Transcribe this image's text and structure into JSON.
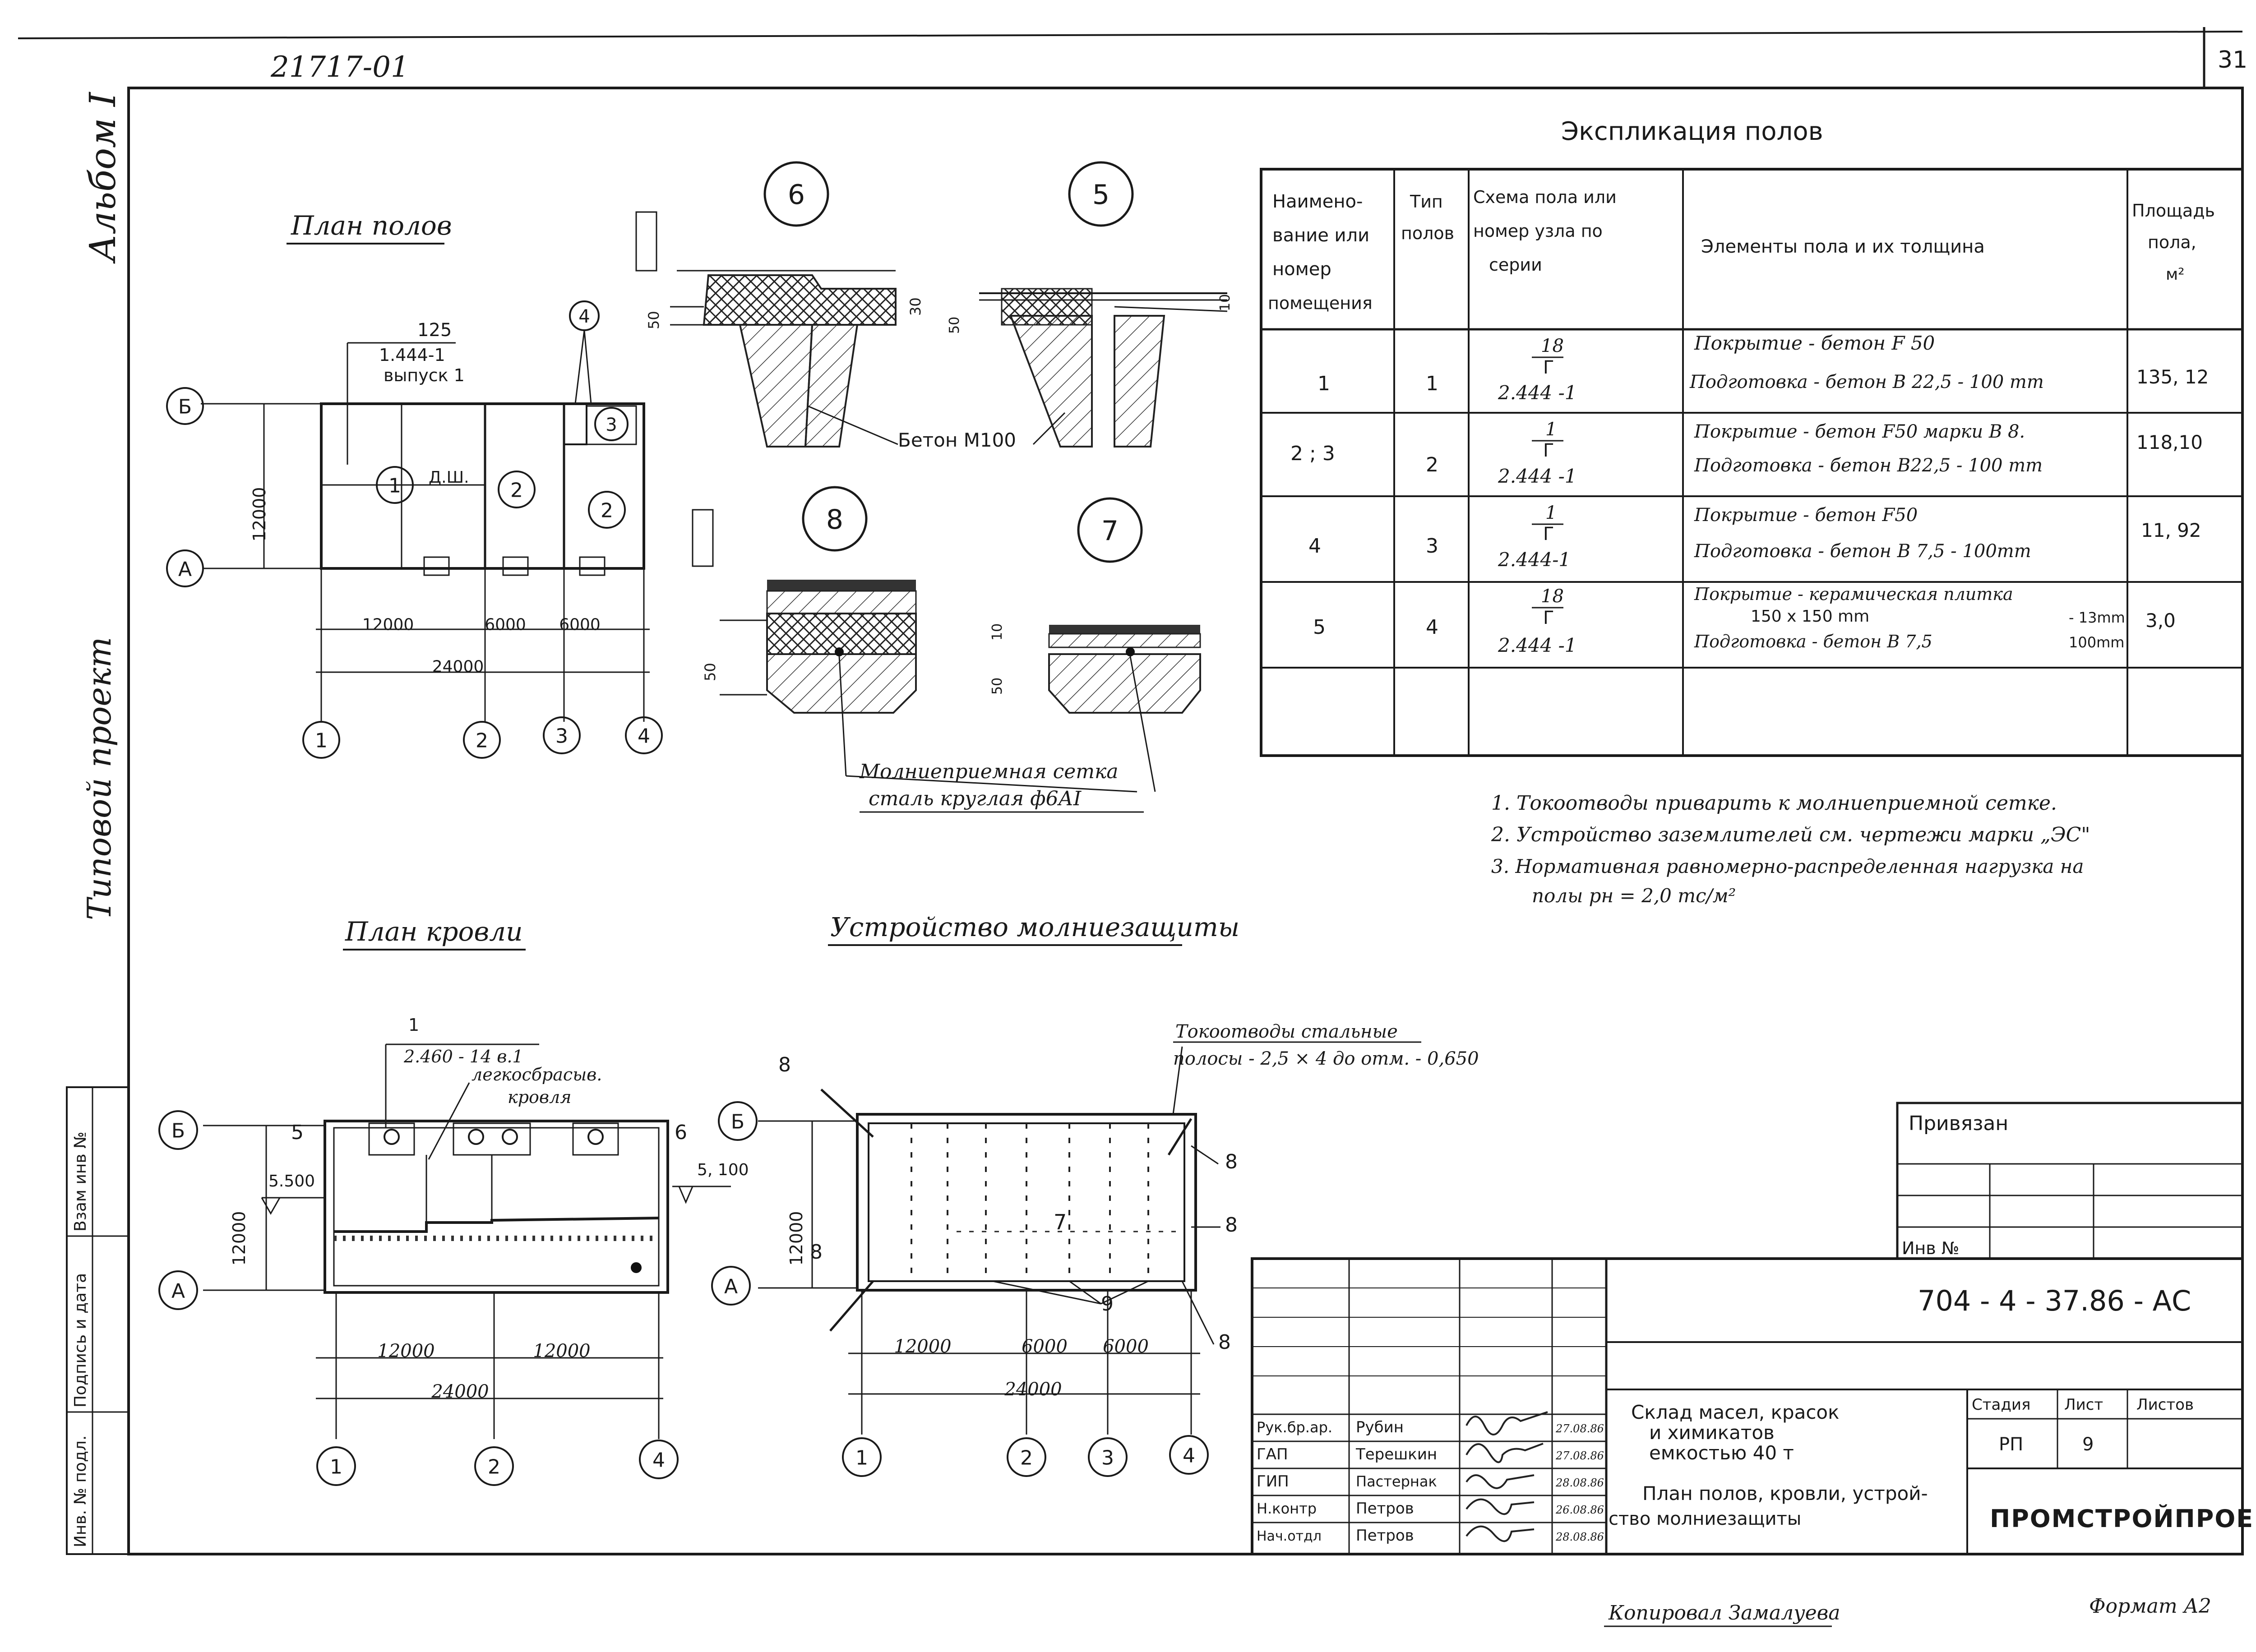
{
  "header": {
    "doc_number": "21717-01",
    "sheet_corner": "31"
  },
  "side": {
    "album": "Альбом I",
    "project_type": "Типовой проект"
  },
  "floor_plan": {
    "title": "План полов",
    "ref_top": "125",
    "ref_series": "1.444-1",
    "ref_issue": "выпуск 1",
    "shaft_label": "Д.Ш.",
    "dim_12000_v": "12000",
    "dims": [
      "12000",
      "6000",
      "6000"
    ],
    "total": "24000",
    "axes_rows": [
      "Б",
      "А"
    ],
    "axes_cols": [
      "1",
      "2",
      "3",
      "4"
    ],
    "room_types": [
      "1",
      "2",
      "2"
    ],
    "node_marks": [
      "4",
      "3"
    ]
  },
  "details": {
    "marks": [
      "6",
      "5",
      "8",
      "7"
    ],
    "concrete_label": "Бетон М100",
    "mesh_label_1": "Молниеприемная сетка",
    "mesh_label_2": "сталь круглая ф6АI",
    "dims_50": "50",
    "dims_30": "30",
    "dims_10": "10"
  },
  "explication": {
    "title": "Экспликация полов",
    "headers": {
      "name": [
        "Наимено-",
        "вание или",
        "номер",
        "помещения"
      ],
      "type": [
        "Тип",
        "полов"
      ],
      "scheme": [
        "Схема пола или",
        "номер узла по",
        "серии"
      ],
      "elements": "Элементы пола и их толщина",
      "area": [
        "Площадь",
        "пола,",
        "м²"
      ]
    },
    "rows": [
      {
        "name": "1",
        "type": "1",
        "node_top": "18",
        "node_mid": "Г",
        "series": "2.444 -1",
        "el1": "Покрытие - бетон F 50",
        "el2": "Подготовка - бетон В 22,5 - 100 mm",
        "area": "135, 12"
      },
      {
        "name": "2 ; 3",
        "type": "2",
        "node_top": "1",
        "node_mid": "Г",
        "series": "2.444 -1",
        "el1": "Покрытие - бетон F50 марки В 8.",
        "el2": "Подготовка - бетон В22,5 - 100 mm",
        "area": "118,10"
      },
      {
        "name": "4",
        "type": "3",
        "node_top": "1",
        "node_mid": "Г",
        "series": "2.444-1",
        "el1": "Покрытие - бетон F50",
        "el2": "Подготовка - бетон В 7,5 - 100mm",
        "area": "11, 92"
      },
      {
        "name": "5",
        "type": "4",
        "node_top": "18",
        "node_mid": "Г",
        "series": "2.444 -1",
        "el1": "Покрытие - керамическая плитка",
        "el1b": "150 х 150 mm",
        "el1c": "- 13mm",
        "el2": "Подготовка - бетон В 7,5",
        "el2b": "100mm",
        "area": "3,0"
      }
    ]
  },
  "notes": [
    "1. Токоотводы приварить к молниеприемной сетке.",
    "2. Устройство заземлителей см. чертежи марки „ЭС\"",
    "3. Нормативная равномерно-распределенная нагрузка на",
    "полы pн = 2,0 тс/м²"
  ],
  "roof_plan": {
    "title": "План кровли",
    "ref_top": "1",
    "ref_series": "2.460 - 14 в.1",
    "ref_note_1": "легкосбрасыв.",
    "ref_note_2": "кровля",
    "mark_5": "5",
    "mark_6": "6",
    "level_left": "5.500",
    "level_right": "5, 100",
    "dim_v": "12000",
    "dims": [
      "12000",
      "12000"
    ],
    "total": "24000",
    "axes_rows": [
      "Б",
      "А"
    ],
    "axes_cols": [
      "1",
      "2",
      "4"
    ]
  },
  "lightning": {
    "title": "Устройство молниезащиты",
    "note_1": "Токоотводы стальные",
    "note_2": "полосы - 2,5 × 4 до отм. - 0,650",
    "mark_8": "8",
    "mark_7": "7",
    "mark_9": "9",
    "dim_v": "12000",
    "dims": [
      "12000",
      "6000",
      "6000"
    ],
    "total": "24000",
    "axes_rows": [
      "Б",
      "А"
    ],
    "axes_cols": [
      "1",
      "2",
      "3",
      "4"
    ]
  },
  "stamp": {
    "bound_label": "Привязан",
    "inv_label": "Инв №",
    "code": "704 - 4 - 37.86 - АС",
    "title_1": "Склад масел, красок",
    "title_2": "и химикатов",
    "title_3": "емкостью 40 т",
    "sheet_title_1": "План полов, кровли, устрой-",
    "sheet_title_2": "ство молниезащиты",
    "stage_label": "Стадия",
    "sheet_label": "Лист",
    "sheets_label": "Листов",
    "stage": "РП",
    "sheet": "9",
    "org": "ПРОМСТРОЙПРОЕКТ",
    "people": [
      {
        "role": "Рук.бр.ар.",
        "name": "Рубин",
        "date": "27.08.86"
      },
      {
        "role": "ГАП",
        "name": "Терешкин",
        "date": "27.08.86"
      },
      {
        "role": "ГИП",
        "name": "Пастернак",
        "date": "28.08.86"
      },
      {
        "role": "Н.контр",
        "name": "Петров",
        "date": "26.08.86"
      },
      {
        "role": "Нач.отдл",
        "name": "Петров",
        "date": "28.08.86"
      }
    ]
  },
  "left_strip": [
    "Взам инв №",
    "Подпись и дата",
    "Инв. № подл."
  ],
  "footer": {
    "copied": "Копировал Замалуева",
    "format": "Формат А2"
  }
}
